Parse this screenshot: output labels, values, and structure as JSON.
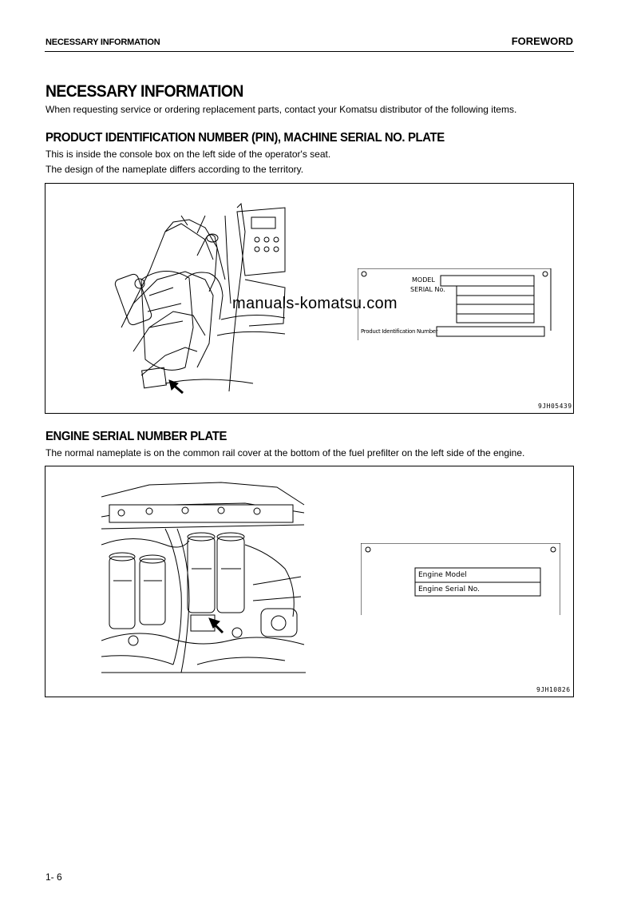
{
  "header": {
    "left": "NECESSARY INFORMATION",
    "right": "FOREWORD"
  },
  "title": "NECESSARY INFORMATION",
  "intro": "When requesting service or ordering replacement parts, contact your Komatsu distributor of the following items.",
  "section1": {
    "heading": "PRODUCT IDENTIFICATION NUMBER (PIN), MACHINE SERIAL NO. PLATE",
    "line1": "This is inside the console box on the left side of the operator's seat.",
    "line2": "The design of the nameplate differs according to the territory.",
    "plate": {
      "model_label": "MODEL",
      "serial_label": "SERIAL No.",
      "pin_label": "Product Identification Number"
    },
    "figure_code": "9JH05439"
  },
  "watermark": "manuals-komatsu.com",
  "section2": {
    "heading": "ENGINE SERIAL NUMBER PLATE",
    "line1": "The normal nameplate is on the common rail cover at the bottom of the fuel prefilter on the left side of the engine.",
    "plate": {
      "engine_model_label": "Engine Model",
      "engine_serial_label": "Engine Serial No."
    },
    "figure_code": "9JH10826"
  },
  "footer": {
    "page": "1- 6"
  }
}
